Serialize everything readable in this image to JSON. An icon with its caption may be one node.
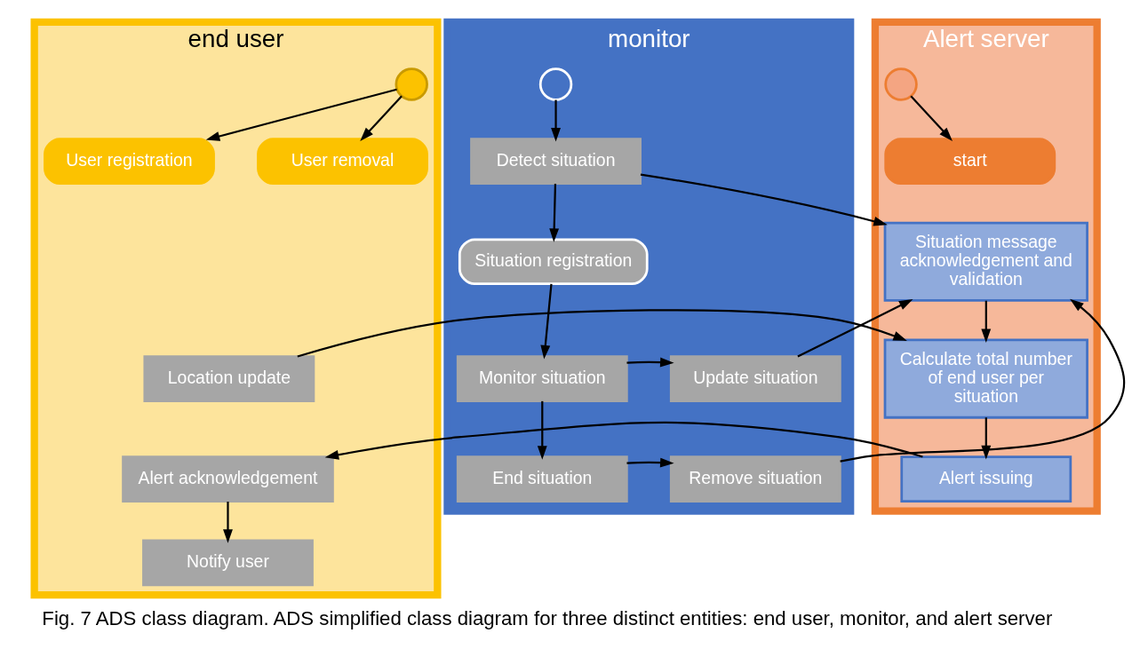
{
  "diagram": {
    "caption": "Fig. 7 ADS class diagram. ADS simplified class diagram for three distinct entities: end user, monitor, and alert server",
    "nodes": [
      {
        "text": [
          "end user"
        ]
      },
      {
        "text": [],
        "shape": "circle",
        "in": 0
      },
      {
        "text": [
          "User registration"
        ],
        "in": 0
      },
      {
        "text": [
          "User removal"
        ],
        "in": 0
      },
      {
        "text": [
          "Location update"
        ],
        "in": 0
      },
      {
        "text": [
          "Alert acknowledgement"
        ],
        "in": 0
      },
      {
        "text": [
          "Notify user"
        ],
        "in": 0
      },
      {
        "text": [
          "monitor"
        ]
      },
      {
        "text": [],
        "shape": "circle",
        "in": 7
      },
      {
        "text": [
          "Detect situation"
        ],
        "in": 7
      },
      {
        "text": [
          "Situation registration"
        ],
        "in": 7
      },
      {
        "text": [
          "Monitor situation"
        ],
        "in": 7
      },
      {
        "text": [
          "Update situation"
        ],
        "in": 7
      },
      {
        "text": [
          "End situation"
        ],
        "in": 7
      },
      {
        "text": [
          "Remove situation"
        ],
        "in": 7
      },
      {
        "text": [
          "Alert server"
        ]
      },
      {
        "text": [],
        "shape": "circle",
        "in": 15
      },
      {
        "text": [
          "start"
        ],
        "in": 15
      },
      {
        "text": [
          "Situation message acknowledgement and validation"
        ],
        "in": 15
      },
      {
        "text": [
          "Calculate total number of end user per situation"
        ],
        "in": 15
      },
      {
        "text": [
          "Alert issuing"
        ],
        "in": 15
      }
    ],
    "edges": [
      {
        "from": 1,
        "to": 2,
        "arrow": "to"
      },
      {
        "from": 1,
        "to": 3,
        "arrow": "to"
      },
      {
        "from": 8,
        "to": 9,
        "arrow": "to"
      },
      {
        "from": 9,
        "to": 10,
        "arrow": "to"
      },
      {
        "from": 10,
        "to": 11,
        "arrow": "to"
      },
      {
        "from": 11,
        "to": 12,
        "arrow": "to"
      },
      {
        "from": 11,
        "to": 13,
        "arrow": "to"
      },
      {
        "from": 13,
        "to": 14,
        "arrow": "to"
      },
      {
        "from": 9,
        "to": 18,
        "arrow": "to"
      },
      {
        "from": 12,
        "to": 18,
        "arrow": "to"
      },
      {
        "from": 14,
        "to": 18,
        "arrow": "to"
      },
      {
        "from": 16,
        "to": 17,
        "arrow": "to"
      },
      {
        "from": 18,
        "to": 19,
        "arrow": "to"
      },
      {
        "from": 4,
        "to": 19,
        "arrow": "to"
      },
      {
        "from": 19,
        "to": 20,
        "arrow": "to"
      },
      {
        "from": 20,
        "to": 5,
        "arrow": "to"
      },
      {
        "from": 5,
        "to": 6,
        "arrow": "to"
      }
    ]
  }
}
